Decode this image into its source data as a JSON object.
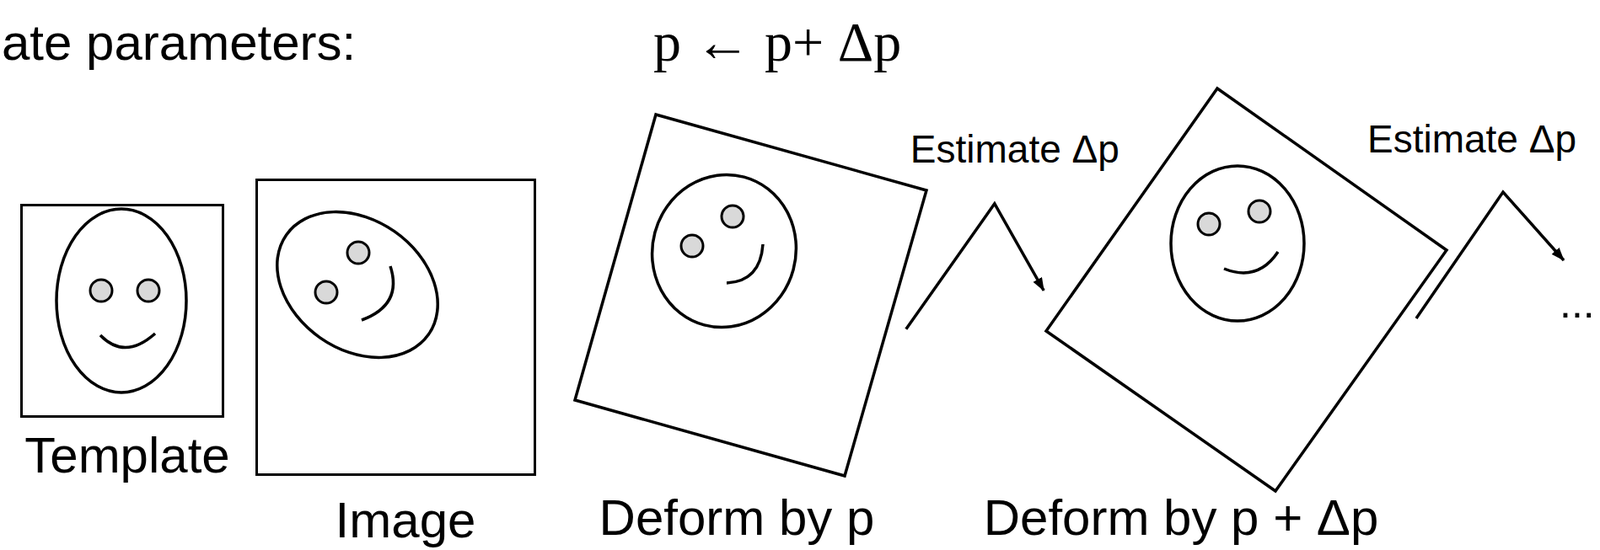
{
  "diagram": {
    "nodes": [
      {
        "text": [
          "Template"
        ]
      },
      {
        "text": [
          "Image"
        ]
      },
      {
        "text": [
          "Deform by p"
        ]
      },
      {
        "text": [
          "Deform by p + Δp"
        ]
      }
    ],
    "edges": [
      {
        "from": 2,
        "to": 3,
        "arrow": "to",
        "label": "Estimate Δp"
      }
    ],
    "labels": [
      "ate parameters:",
      "p ← p+ Δp",
      "Estimate Δp",
      "..."
    ]
  }
}
